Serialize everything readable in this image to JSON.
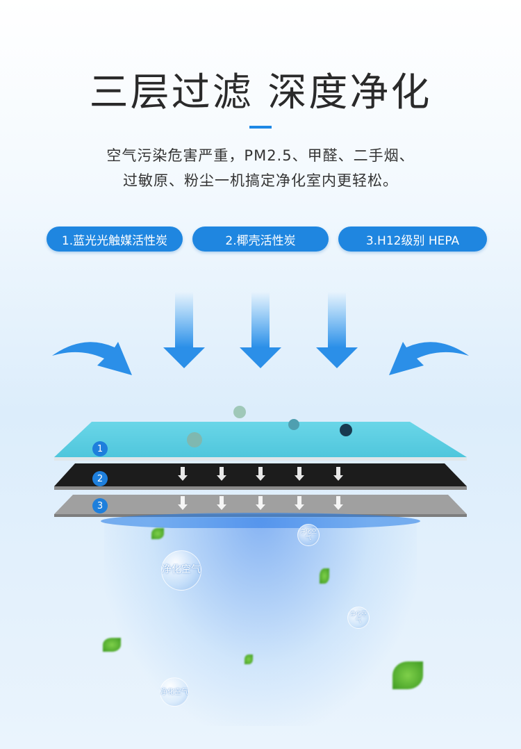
{
  "title": "三层过滤 深度净化",
  "subtitle_lines": [
    "空气污染危害严重，PM2.5、甲醛、二手烟、",
    "过敏原、粉尘一机搞定净化室内更轻松。"
  ],
  "layers": [
    {
      "label": "1.蓝光光触媒活性炭",
      "number": "1"
    },
    {
      "label": "2.椰壳活性炭",
      "number": "2"
    },
    {
      "label": "3.H12级别 HEPA",
      "number": "3"
    }
  ],
  "bubble_text": "净化空气",
  "colors": {
    "accent": "#1f86e0",
    "layer1": "#5fd0e3",
    "layer2": "#1a1a1a",
    "layer3": "#9a9a9a"
  }
}
